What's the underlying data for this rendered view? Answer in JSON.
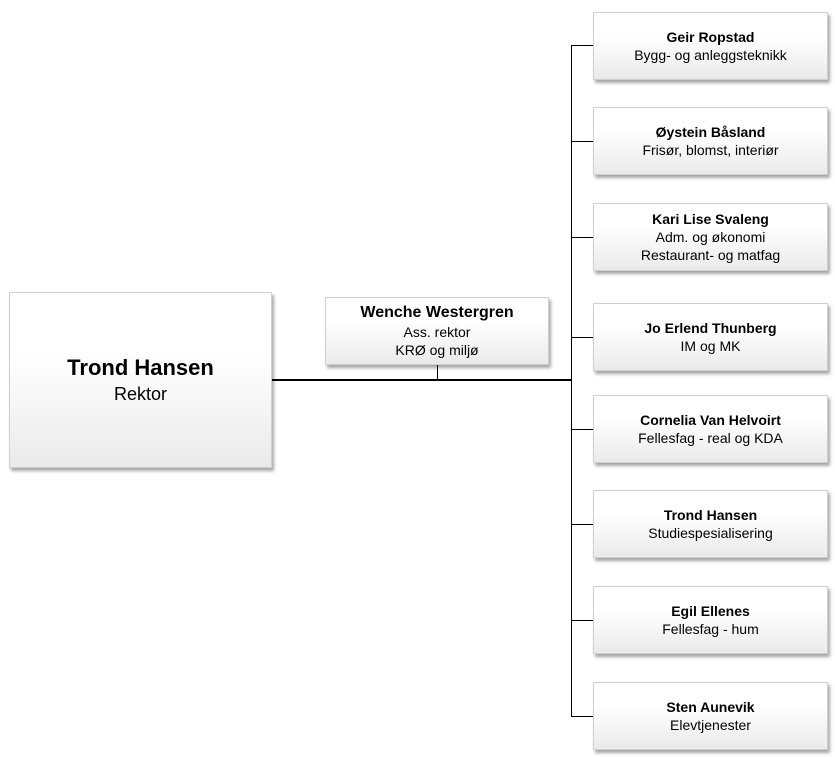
{
  "rektor": {
    "name": "Trond Hansen",
    "role": "Rektor"
  },
  "assistant": {
    "name": "Wenche Westergren",
    "role_lines": [
      "Ass. rektor",
      "KRØ og miljø"
    ]
  },
  "departments": [
    {
      "name": "Geir Ropstad",
      "role_lines": [
        "Bygg- og anleggsteknikk"
      ]
    },
    {
      "name": "Øystein Båsland",
      "role_lines": [
        "Frisør, blomst, interiør"
      ]
    },
    {
      "name": "Kari Lise Svaleng",
      "role_lines": [
        "Adm. og økonomi",
        "Restaurant- og matfag"
      ]
    },
    {
      "name": "Jo Erlend Thunberg",
      "role_lines": [
        "IM og MK"
      ]
    },
    {
      "name": "Cornelia Van Helvoirt",
      "role_lines": [
        "Fellesfag - real og KDA"
      ]
    },
    {
      "name": "Trond Hansen",
      "role_lines": [
        "Studiespesialisering"
      ]
    },
    {
      "name": "Egil Ellenes",
      "role_lines": [
        "Fellesfag - hum"
      ]
    },
    {
      "name": "Sten Aunevik",
      "role_lines": [
        "Elevtjenester"
      ]
    }
  ]
}
